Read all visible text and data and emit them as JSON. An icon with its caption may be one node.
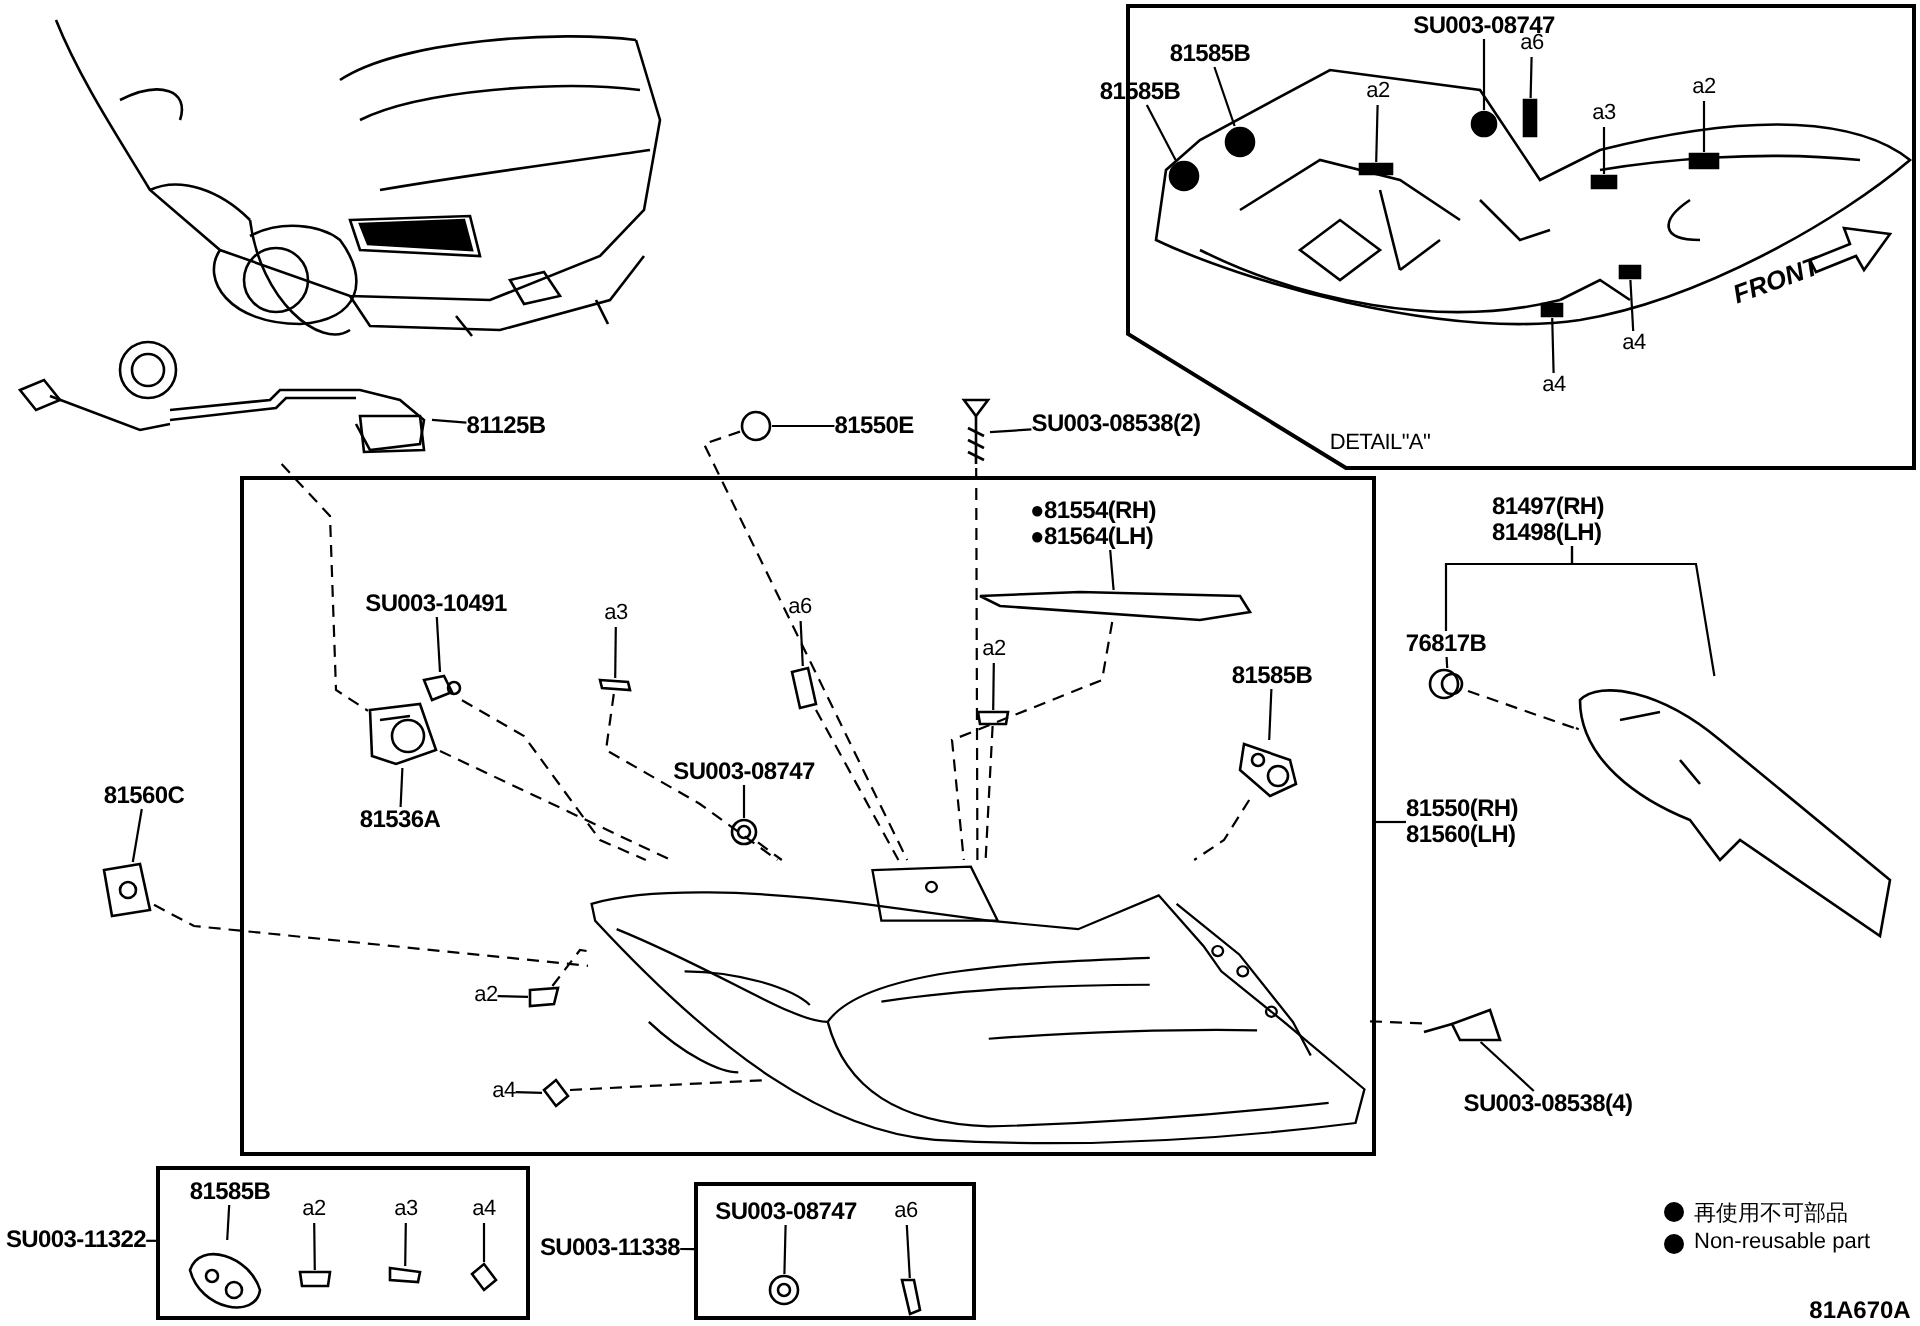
{
  "diagram": {
    "nodes": [
      {
        "text": [
          "DETAIL\"A\""
        ]
      },
      {
        "text": [
          "SU003-08747"
        ],
        "in": 0
      },
      {
        "text": [
          "a6"
        ],
        "in": 0
      },
      {
        "text": [
          "81585B"
        ],
        "in": 0
      },
      {
        "text": [
          "81585B"
        ],
        "in": 0
      },
      {
        "text": [
          "a2"
        ],
        "in": 0
      },
      {
        "text": [
          "a3"
        ],
        "in": 0
      },
      {
        "text": [
          "a2"
        ],
        "in": 0
      },
      {
        "text": [
          "a4"
        ],
        "in": 0
      },
      {
        "text": [
          "a4"
        ],
        "in": 0
      },
      {
        "text": [],
        "shape": "circle",
        "in": 0
      },
      {
        "text": [],
        "shape": "box",
        "in": 0
      },
      {
        "text": [],
        "shape": "circle",
        "in": 0
      },
      {
        "text": [],
        "shape": "circle",
        "in": 0
      },
      {
        "text": [],
        "shape": "box",
        "in": 0
      },
      {
        "text": [],
        "shape": "box",
        "in": 0
      },
      {
        "text": [],
        "shape": "box",
        "in": 0
      },
      {
        "text": [],
        "shape": "box",
        "in": 0
      },
      {
        "text": [],
        "shape": "box",
        "in": 0
      },
      {
        "text": [],
        "shape": "picture"
      },
      {
        "text": [
          "81125B"
        ]
      },
      {
        "text": [],
        "shape": "circle"
      },
      {
        "text": [
          "81550E"
        ]
      },
      {
        "text": [],
        "shape": "picture"
      },
      {
        "text": [
          "SU003-08538(2)"
        ]
      },
      {
        "text": [],
        "shape": "box"
      },
      {
        "text": [
          "SU003-10491"
        ],
        "in": 25
      },
      {
        "text": [],
        "shape": "picture",
        "in": 25
      },
      {
        "text": [],
        "shape": "picture",
        "in": 25
      },
      {
        "text": [
          "81536A"
        ],
        "in": 25
      },
      {
        "text": [
          "a3"
        ],
        "in": 25
      },
      {
        "text": [],
        "shape": "box",
        "in": 25
      },
      {
        "text": [
          "a6"
        ],
        "in": 25
      },
      {
        "text": [],
        "shape": "box",
        "in": 25
      },
      {
        "text": [
          "●81554(RH) ●81564(LH)"
        ],
        "in": 25
      },
      {
        "text": [],
        "shape": "picture",
        "in": 25
      },
      {
        "text": [
          "a2"
        ],
        "in": 25
      },
      {
        "text": [],
        "shape": "box",
        "in": 25
      },
      {
        "text": [
          "81585B"
        ],
        "in": 25
      },
      {
        "text": [],
        "shape": "picture",
        "in": 25
      },
      {
        "text": [
          "SU003-08747"
        ],
        "in": 25
      },
      {
        "text": [],
        "shape": "circle",
        "in": 25
      },
      {
        "text": [],
        "shape": "picture",
        "in": 25
      },
      {
        "text": [
          "a2"
        ],
        "in": 25
      },
      {
        "text": [],
        "shape": "box",
        "in": 25
      },
      {
        "text": [
          "a4"
        ],
        "in": 25
      },
      {
        "text": [],
        "shape": "box",
        "in": 25
      },
      {
        "text": [
          "81560C"
        ]
      },
      {
        "text": [],
        "shape": "picture"
      },
      {
        "text": [
          "81497(RH) 81498(LH)"
        ]
      },
      {
        "text": [
          "76817B"
        ]
      },
      {
        "text": [],
        "shape": "circle"
      },
      {
        "text": [],
        "shape": "picture"
      },
      {
        "text": [
          "81550(RH) 81560(LH)"
        ]
      },
      {
        "text": [
          "SU003-08538(4)"
        ]
      },
      {
        "text": [],
        "shape": "picture"
      },
      {
        "text": [
          "SU003-11322"
        ]
      },
      {
        "text": [],
        "shape": "box"
      },
      {
        "text": [
          "81585B"
        ],
        "in": 57
      },
      {
        "text": [],
        "shape": "picture",
        "in": 57
      },
      {
        "text": [
          "a2"
        ],
        "in": 57
      },
      {
        "text": [],
        "shape": "box",
        "in": 57
      },
      {
        "text": [
          "a3"
        ],
        "in": 57
      },
      {
        "text": [],
        "shape": "box",
        "in": 57
      },
      {
        "text": [
          "a4"
        ],
        "in": 57
      },
      {
        "text": [],
        "shape": "box",
        "in": 57
      },
      {
        "text": [
          "SU003-11338"
        ]
      },
      {
        "text": [],
        "shape": "box"
      },
      {
        "text": [
          "SU003-08747"
        ],
        "in": 67
      },
      {
        "text": [],
        "shape": "circle",
        "in": 67
      },
      {
        "text": [
          "a6"
        ],
        "in": 67
      },
      {
        "text": [],
        "shape": "box",
        "in": 67
      }
    ],
    "edges": [
      {
        "from": 1,
        "to": 10,
        "arrow": "none"
      },
      {
        "from": 2,
        "to": 11,
        "arrow": "none"
      },
      {
        "from": 3,
        "to": 12,
        "arrow": "none"
      },
      {
        "from": 4,
        "to": 13,
        "arrow": "none"
      },
      {
        "from": 5,
        "to": 14,
        "arrow": "none"
      },
      {
        "from": 6,
        "to": 15,
        "arrow": "none"
      },
      {
        "from": 7,
        "to": 16,
        "arrow": "none"
      },
      {
        "from": 8,
        "to": 17,
        "arrow": "none"
      },
      {
        "from": 9,
        "to": 18,
        "arrow": "none"
      },
      {
        "from": 20,
        "to": 19,
        "arrow": "none"
      },
      {
        "from": 22,
        "to": 21,
        "arrow": "none"
      },
      {
        "from": 24,
        "to": 23,
        "arrow": "none"
      },
      {
        "from": 26,
        "to": 27,
        "arrow": "none"
      },
      {
        "from": 29,
        "to": 28,
        "arrow": "none"
      },
      {
        "from": 30,
        "to": 31,
        "arrow": "none"
      },
      {
        "from": 32,
        "to": 33,
        "arrow": "none"
      },
      {
        "from": 34,
        "to": 35,
        "arrow": "none"
      },
      {
        "from": 36,
        "to": 37,
        "arrow": "none"
      },
      {
        "from": 38,
        "to": 39,
        "arrow": "none"
      },
      {
        "from": 40,
        "to": 41,
        "arrow": "none"
      },
      {
        "from": 43,
        "to": 44,
        "arrow": "none"
      },
      {
        "from": 45,
        "to": 46,
        "arrow": "none"
      },
      {
        "from": 47,
        "to": 48,
        "arrow": "none"
      },
      {
        "from": 49,
        "to": 50,
        "arrow": "none"
      },
      {
        "from": 49,
        "to": 52,
        "arrow": "none"
      },
      {
        "from": 50,
        "to": 51,
        "arrow": "none"
      },
      {
        "from": 53,
        "to": 25,
        "arrow": "none"
      },
      {
        "from": 54,
        "to": 55,
        "arrow": "none"
      },
      {
        "from": 56,
        "to": 57,
        "arrow": "none"
      },
      {
        "from": 58,
        "to": 59,
        "arrow": "none"
      },
      {
        "from": 60,
        "to": 61,
        "arrow": "none"
      },
      {
        "from": 62,
        "to": 63,
        "arrow": "none"
      },
      {
        "from": 64,
        "to": 65,
        "arrow": "none"
      },
      {
        "from": 66,
        "to": 67,
        "arrow": "none"
      },
      {
        "from": 68,
        "to": 69,
        "arrow": "none"
      },
      {
        "from": 70,
        "to": 71,
        "arrow": "none"
      },
      {
        "from": 19,
        "to": 28,
        "arrow": "none",
        "style": "dashed"
      },
      {
        "from": 27,
        "to": 42,
        "arrow": "none",
        "style": "dashed"
      },
      {
        "from": 28,
        "to": 42,
        "arrow": "none",
        "style": "dashed"
      },
      {
        "from": 48,
        "to": 42,
        "arrow": "none",
        "style": "dashed"
      },
      {
        "from": 21,
        "to": 42,
        "arrow": "none",
        "style": "dashed"
      },
      {
        "from": 23,
        "to": 42,
        "arrow": "none",
        "style": "dashed"
      },
      {
        "from": 31,
        "to": 42,
        "arrow": "none",
        "style": "dashed"
      },
      {
        "from": 33,
        "to": 42,
        "arrow": "none",
        "style": "dashed"
      },
      {
        "from": 41,
        "to": 42,
        "arrow": "none",
        "style": "dashed"
      },
      {
        "from": 37,
        "to": 42,
        "arrow": "none",
        "style": "dashed"
      },
      {
        "from": 35,
        "to": 42,
        "arrow": "none",
        "style": "dashed"
      },
      {
        "from": 39,
        "to": 42,
        "arrow": "none",
        "style": "dashed"
      },
      {
        "from": 55,
        "to": 42,
        "arrow": "none",
        "style": "dashed"
      },
      {
        "from": 44,
        "to": 42,
        "arrow": "none",
        "style": "dashed"
      },
      {
        "from": 46,
        "to": 42,
        "arrow": "none",
        "style": "dashed"
      },
      {
        "from": 51,
        "to": 52,
        "arrow": "none",
        "style": "dashed"
      }
    ],
    "labels": [
      "FRONT",
      "81A670A"
    ],
    "legend": [
      {
        "text": "再使用不可部品"
      },
      {
        "text": "Non-reusable part"
      }
    ]
  }
}
